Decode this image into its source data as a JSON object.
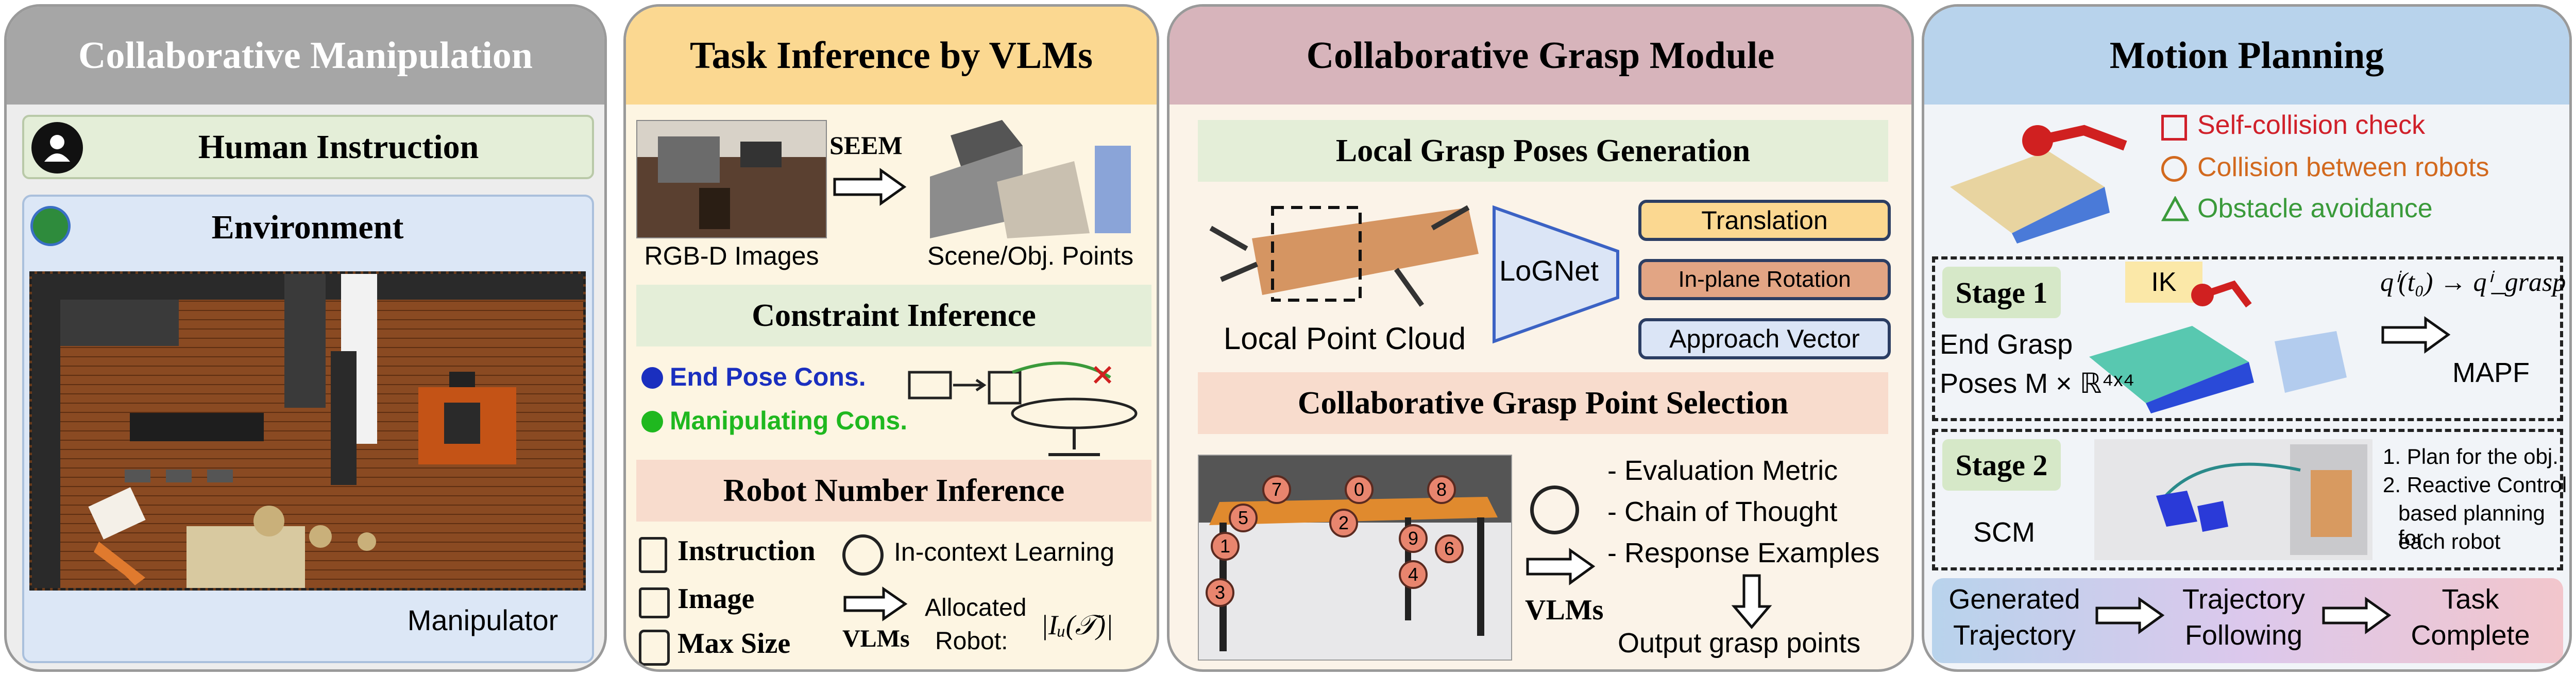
{
  "panel1": {
    "title": "Collaborative Manipulation",
    "human_instruction": "Human Instruction",
    "environment": "Environment",
    "manipulator": "Manipulator"
  },
  "panel2": {
    "title": "Task Inference by VLMs",
    "seem": "SEEM",
    "rgbd_caption": "RGB-D Images",
    "scene_caption": "Scene/Obj. Points",
    "constraint_title": "Constraint Inference",
    "end_pose": "End Pose Cons.",
    "manipulating": "Manipulating Cons.",
    "robot_number_title": "Robot Number Inference",
    "instruction": "Instruction",
    "in_context": "In-context Learning",
    "image": "Image",
    "max_size": "Max Size",
    "vlms": "VLMs",
    "allocated": "Allocated",
    "robot": "Robot:",
    "formula": "|Iᵤ(𝒯)|"
  },
  "panel3": {
    "title": "Collaborative Grasp Module",
    "local_grasp": "Local Grasp Poses Generation",
    "local_point_cloud": "Local Point Cloud",
    "lognet": "LoGNet",
    "translation": "Translation",
    "inplane": "In-plane Rotation",
    "approach": "Approach Vector",
    "selection": "Collaborative Grasp Point Selection",
    "metrics": [
      "-   Evaluation Metric",
      "-   Chain of Thought",
      "-   Response Examples"
    ],
    "vlms": "VLMs",
    "output": "Output grasp points",
    "grasp_points": [
      "7",
      "0",
      "8",
      "5",
      "2",
      "1",
      "9",
      "6",
      "4",
      "3"
    ]
  },
  "panel4": {
    "title": "Motion Planning",
    "legend": [
      {
        "symbol": "□",
        "text": "Self-collision check",
        "color": "#d0202a"
      },
      {
        "symbol": "○",
        "text": "Collision between robots",
        "color": "#d2691e"
      },
      {
        "symbol": "△",
        "text": "Obstacle avoidance",
        "color": "#3a9a3a"
      }
    ],
    "stage1": "Stage 1",
    "ik": "IK",
    "formula": "qⁱ(t₀) → qⁱ_grasp",
    "end_grasp": "End Grasp",
    "poses": "Poses M × ℝ⁴ˣ⁴",
    "mapf": "MAPF",
    "stage2": "Stage 2",
    "scm": "SCM",
    "plan1": "1. Plan for the obj.",
    "plan2": "2. Reactive Control",
    "plan3": "based planning  for",
    "plan4": "each robot",
    "generated": "Generated",
    "trajectory": "Trajectory",
    "traj2": "Trajectory",
    "following": "Following",
    "task": "Task",
    "complete": "Complete"
  },
  "colors": {
    "panel1_head": "#a6a6a6",
    "panel2_head": "#fbd891",
    "panel3_head": "#d7b4bb",
    "panel4_head": "#b8d3ec",
    "green_box": "#e4eed8",
    "salmon_box": "#f8dccd",
    "blue_env": "#dce7f6"
  }
}
